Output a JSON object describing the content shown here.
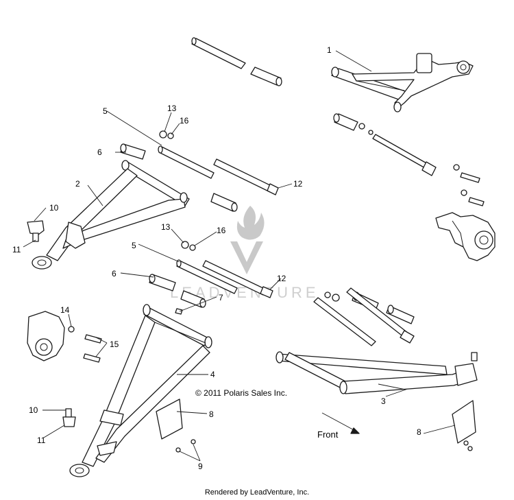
{
  "diagram": {
    "copyright": "© 2011 Polaris Sales Inc.",
    "direction_label": "Front",
    "watermark": "LEADVENTURE",
    "footer": "Rendered by LeadVenture, Inc.",
    "callouts": {
      "c1": "1",
      "c2": "2",
      "c3": "3",
      "c4": "4",
      "c5a": "5",
      "c5b": "5",
      "c6a": "6",
      "c6b": "6",
      "c7": "7",
      "c8a": "8",
      "c8b": "8",
      "c9": "9",
      "c10a": "10",
      "c10b": "10",
      "c11a": "11",
      "c11b": "11",
      "c12a": "12",
      "c12b": "12",
      "c13a": "13",
      "c13b": "13",
      "c14": "14",
      "c15": "15",
      "c16a": "16",
      "c16b": "16"
    }
  }
}
